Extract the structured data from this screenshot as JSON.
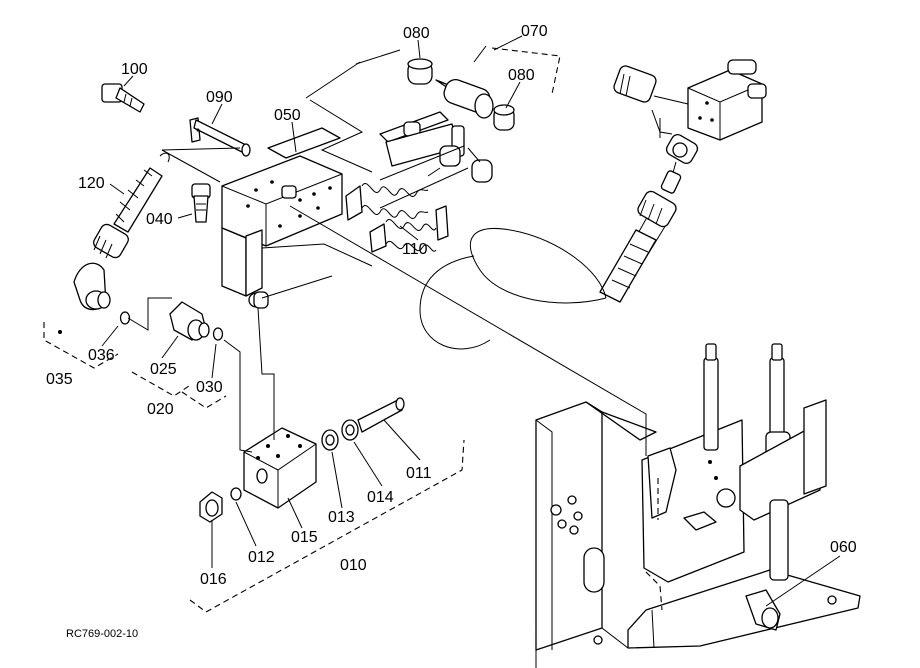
{
  "labels": [
    {
      "id": "p100",
      "text": "100"
    },
    {
      "id": "p090",
      "text": "090"
    },
    {
      "id": "p050",
      "text": "050"
    },
    {
      "id": "p080a",
      "text": "080"
    },
    {
      "id": "p070",
      "text": "070"
    },
    {
      "id": "p080b",
      "text": "080"
    },
    {
      "id": "p120",
      "text": "120"
    },
    {
      "id": "p040",
      "text": "040"
    },
    {
      "id": "p110",
      "text": "110"
    },
    {
      "id": "p036",
      "text": "036"
    },
    {
      "id": "p035",
      "text": "035"
    },
    {
      "id": "p025",
      "text": "025"
    },
    {
      "id": "p030",
      "text": "030"
    },
    {
      "id": "p020",
      "text": "020"
    },
    {
      "id": "p011",
      "text": "011"
    },
    {
      "id": "p014",
      "text": "014"
    },
    {
      "id": "p013",
      "text": "013"
    },
    {
      "id": "p015",
      "text": "015"
    },
    {
      "id": "p012",
      "text": "012"
    },
    {
      "id": "p016",
      "text": "016"
    },
    {
      "id": "p010",
      "text": "010"
    },
    {
      "id": "p060",
      "text": "060"
    }
  ],
  "drawing_code": "RC769-002-10"
}
